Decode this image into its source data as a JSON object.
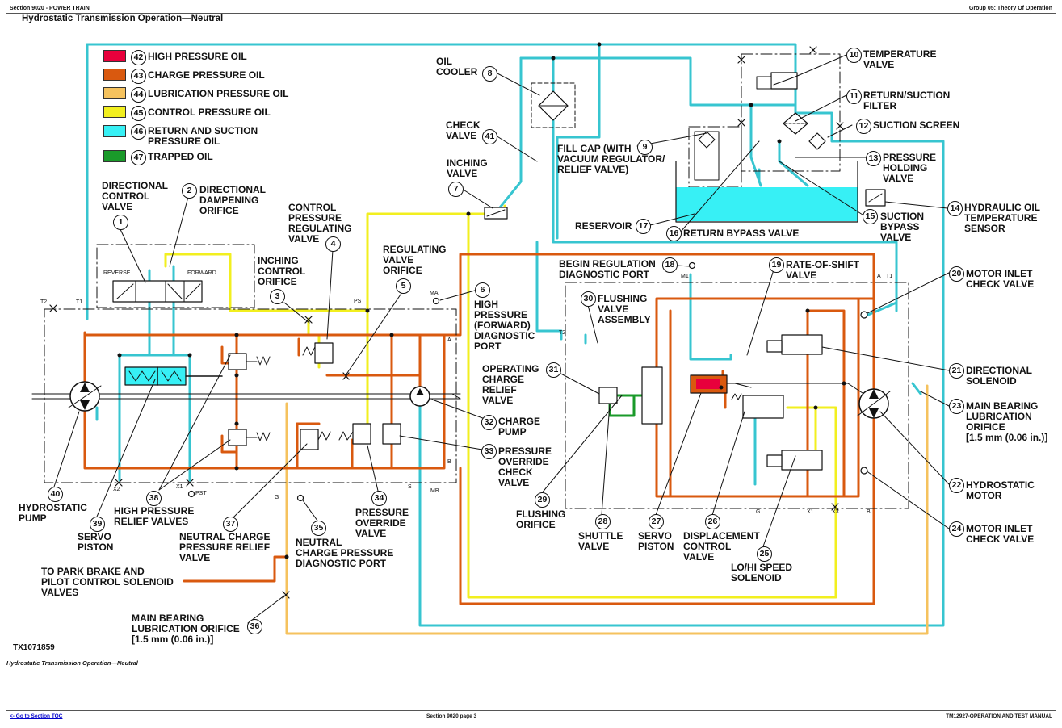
{
  "header": {
    "left": "Section 9020 - POWER TRAIN",
    "right": "Group 05: Theory Of Operation"
  },
  "title": "Hydrostatic Transmission Operation—Neutral",
  "figure_id": "TX1071859",
  "caption": "Hydrostatic Transmission Operation—Neutral",
  "footer": {
    "link": "<- Go to Section TOC",
    "center": "Section 9020 page 3",
    "right": "TM12927-OPERATION AND TEST MANUAL"
  },
  "colors": {
    "high": "#e8003c",
    "charge": "#d9590f",
    "lube": "#f5c25e",
    "control": "#f2ef1f",
    "return": "#37c5d0",
    "trapped": "#1a9a2a"
  },
  "legend": [
    {
      "num": "42",
      "text": "HIGH PRESSURE OIL",
      "color": "#e8003c"
    },
    {
      "num": "43",
      "text": "CHARGE PRESSURE OIL",
      "color": "#d9590f"
    },
    {
      "num": "44",
      "text": "LUBRICATION PRESSURE OIL",
      "color": "#f5c25e"
    },
    {
      "num": "45",
      "text": "CONTROL PRESSURE OIL",
      "color": "#f2ef1f"
    },
    {
      "num": "46",
      "text": "RETURN AND SUCTION\nPRESSURE OIL",
      "color": "#37c5d0"
    },
    {
      "num": "47",
      "text": "TRAPPED OIL",
      "color": "#1a9a2a"
    }
  ],
  "callouts": [
    {
      "num": "1",
      "text": "DIRECTIONAL\nCONTROL\nVALVE"
    },
    {
      "num": "2",
      "text": "DIRECTIONAL\nDAMPENING\nORIFICE"
    },
    {
      "num": "3",
      "text": "INCHING\nCONTROL\nORIFICE"
    },
    {
      "num": "4",
      "text": "CONTROL\nPRESSURE\nREGULATING\nVALVE"
    },
    {
      "num": "5",
      "text": "REGULATING\nVALVE\nORIFICE"
    },
    {
      "num": "6",
      "text": "HIGH\nPRESSURE\n(FORWARD)\nDIAGNOSTIC\nPORT"
    },
    {
      "num": "7",
      "text": "INCHING\nVALVE"
    },
    {
      "num": "8",
      "text": "OIL\nCOOLER"
    },
    {
      "num": "9",
      "text": "FILL CAP (WITH\nVACUUM REGULATOR/\nRELIEF VALVE)"
    },
    {
      "num": "10",
      "text": "TEMPERATURE\nVALVE"
    },
    {
      "num": "11",
      "text": "RETURN/SUCTION\nFILTER"
    },
    {
      "num": "12",
      "text": "SUCTION SCREEN"
    },
    {
      "num": "13",
      "text": "PRESSURE\nHOLDING\nVALVE"
    },
    {
      "num": "14",
      "text": "HYDRAULIC OIL\nTEMPERATURE\nSENSOR"
    },
    {
      "num": "15",
      "text": "SUCTION\nBYPASS\nVALVE"
    },
    {
      "num": "16",
      "text": "RETURN BYPASS VALVE"
    },
    {
      "num": "17",
      "text": "RESERVOIR"
    },
    {
      "num": "18",
      "text": "BEGIN REGULATION\nDIAGNOSTIC PORT"
    },
    {
      "num": "19",
      "text": "RATE-OF-SHIFT\nVALVE"
    },
    {
      "num": "20",
      "text": "MOTOR INLET\nCHECK VALVE"
    },
    {
      "num": "21",
      "text": "DIRECTIONAL\nSOLENOID"
    },
    {
      "num": "22",
      "text": "HYDROSTATIC\nMOTOR"
    },
    {
      "num": "23",
      "text": "MAIN BEARING\nLUBRICATION\nORIFICE\n[1.5 mm (0.06 in.)]"
    },
    {
      "num": "24",
      "text": "MOTOR INLET\nCHECK VALVE"
    },
    {
      "num": "25",
      "text": "LO/HI SPEED\nSOLENOID"
    },
    {
      "num": "26",
      "text": "DISPLACEMENT\nCONTROL\nVALVE"
    },
    {
      "num": "27",
      "text": "SERVO\nPISTON"
    },
    {
      "num": "28",
      "text": "SHUTTLE\nVALVE"
    },
    {
      "num": "29",
      "text": "FLUSHING\nORIFICE"
    },
    {
      "num": "30",
      "text": "FLUSHING\nVALVE\nASSEMBLY"
    },
    {
      "num": "31",
      "text": "OPERATING\nCHARGE\nRELIEF\nVALVE"
    },
    {
      "num": "32",
      "text": "CHARGE\nPUMP"
    },
    {
      "num": "33",
      "text": "PRESSURE\nOVERRIDE\nCHECK\nVALVE"
    },
    {
      "num": "34",
      "text": "PRESSURE\nOVERRIDE\nVALVE"
    },
    {
      "num": "35",
      "text": "NEUTRAL\nCHARGE PRESSURE\nDIAGNOSTIC PORT"
    },
    {
      "num": "36",
      "text": "MAIN BEARING\nLUBRICATION ORIFICE\n[1.5 mm (0.06 in.)]"
    },
    {
      "num": "37",
      "text": "NEUTRAL CHARGE\nPRESSURE RELIEF\nVALVE"
    },
    {
      "num": "38",
      "text": "HIGH PRESSURE\nRELIEF VALVES"
    },
    {
      "num": "39",
      "text": "SERVO\nPISTON"
    },
    {
      "num": "40",
      "text": "HYDROSTATIC\nPUMP"
    },
    {
      "num": "",
      "text": "TO PARK BRAKE AND\nPILOT CONTROL SOLENOID\nVALVES"
    }
  ],
  "ports": {
    "t2_left": "T2",
    "t1_left": "T1",
    "reverse": "REVERSE",
    "forward": "FORWARD",
    "ps": "PS",
    "ma": "MA",
    "a_left": "A",
    "b_left": "B",
    "s": "S",
    "mb": "MB",
    "x2": "X2",
    "x1_left": "X1",
    "pst": "PST",
    "g_left": "G",
    "t2_mid": "T2",
    "m1": "M1",
    "a_right": "A",
    "t1_right": "T1",
    "g_right": "G",
    "x1_right": "X1",
    "x3": "X3",
    "b_right": "B"
  }
}
